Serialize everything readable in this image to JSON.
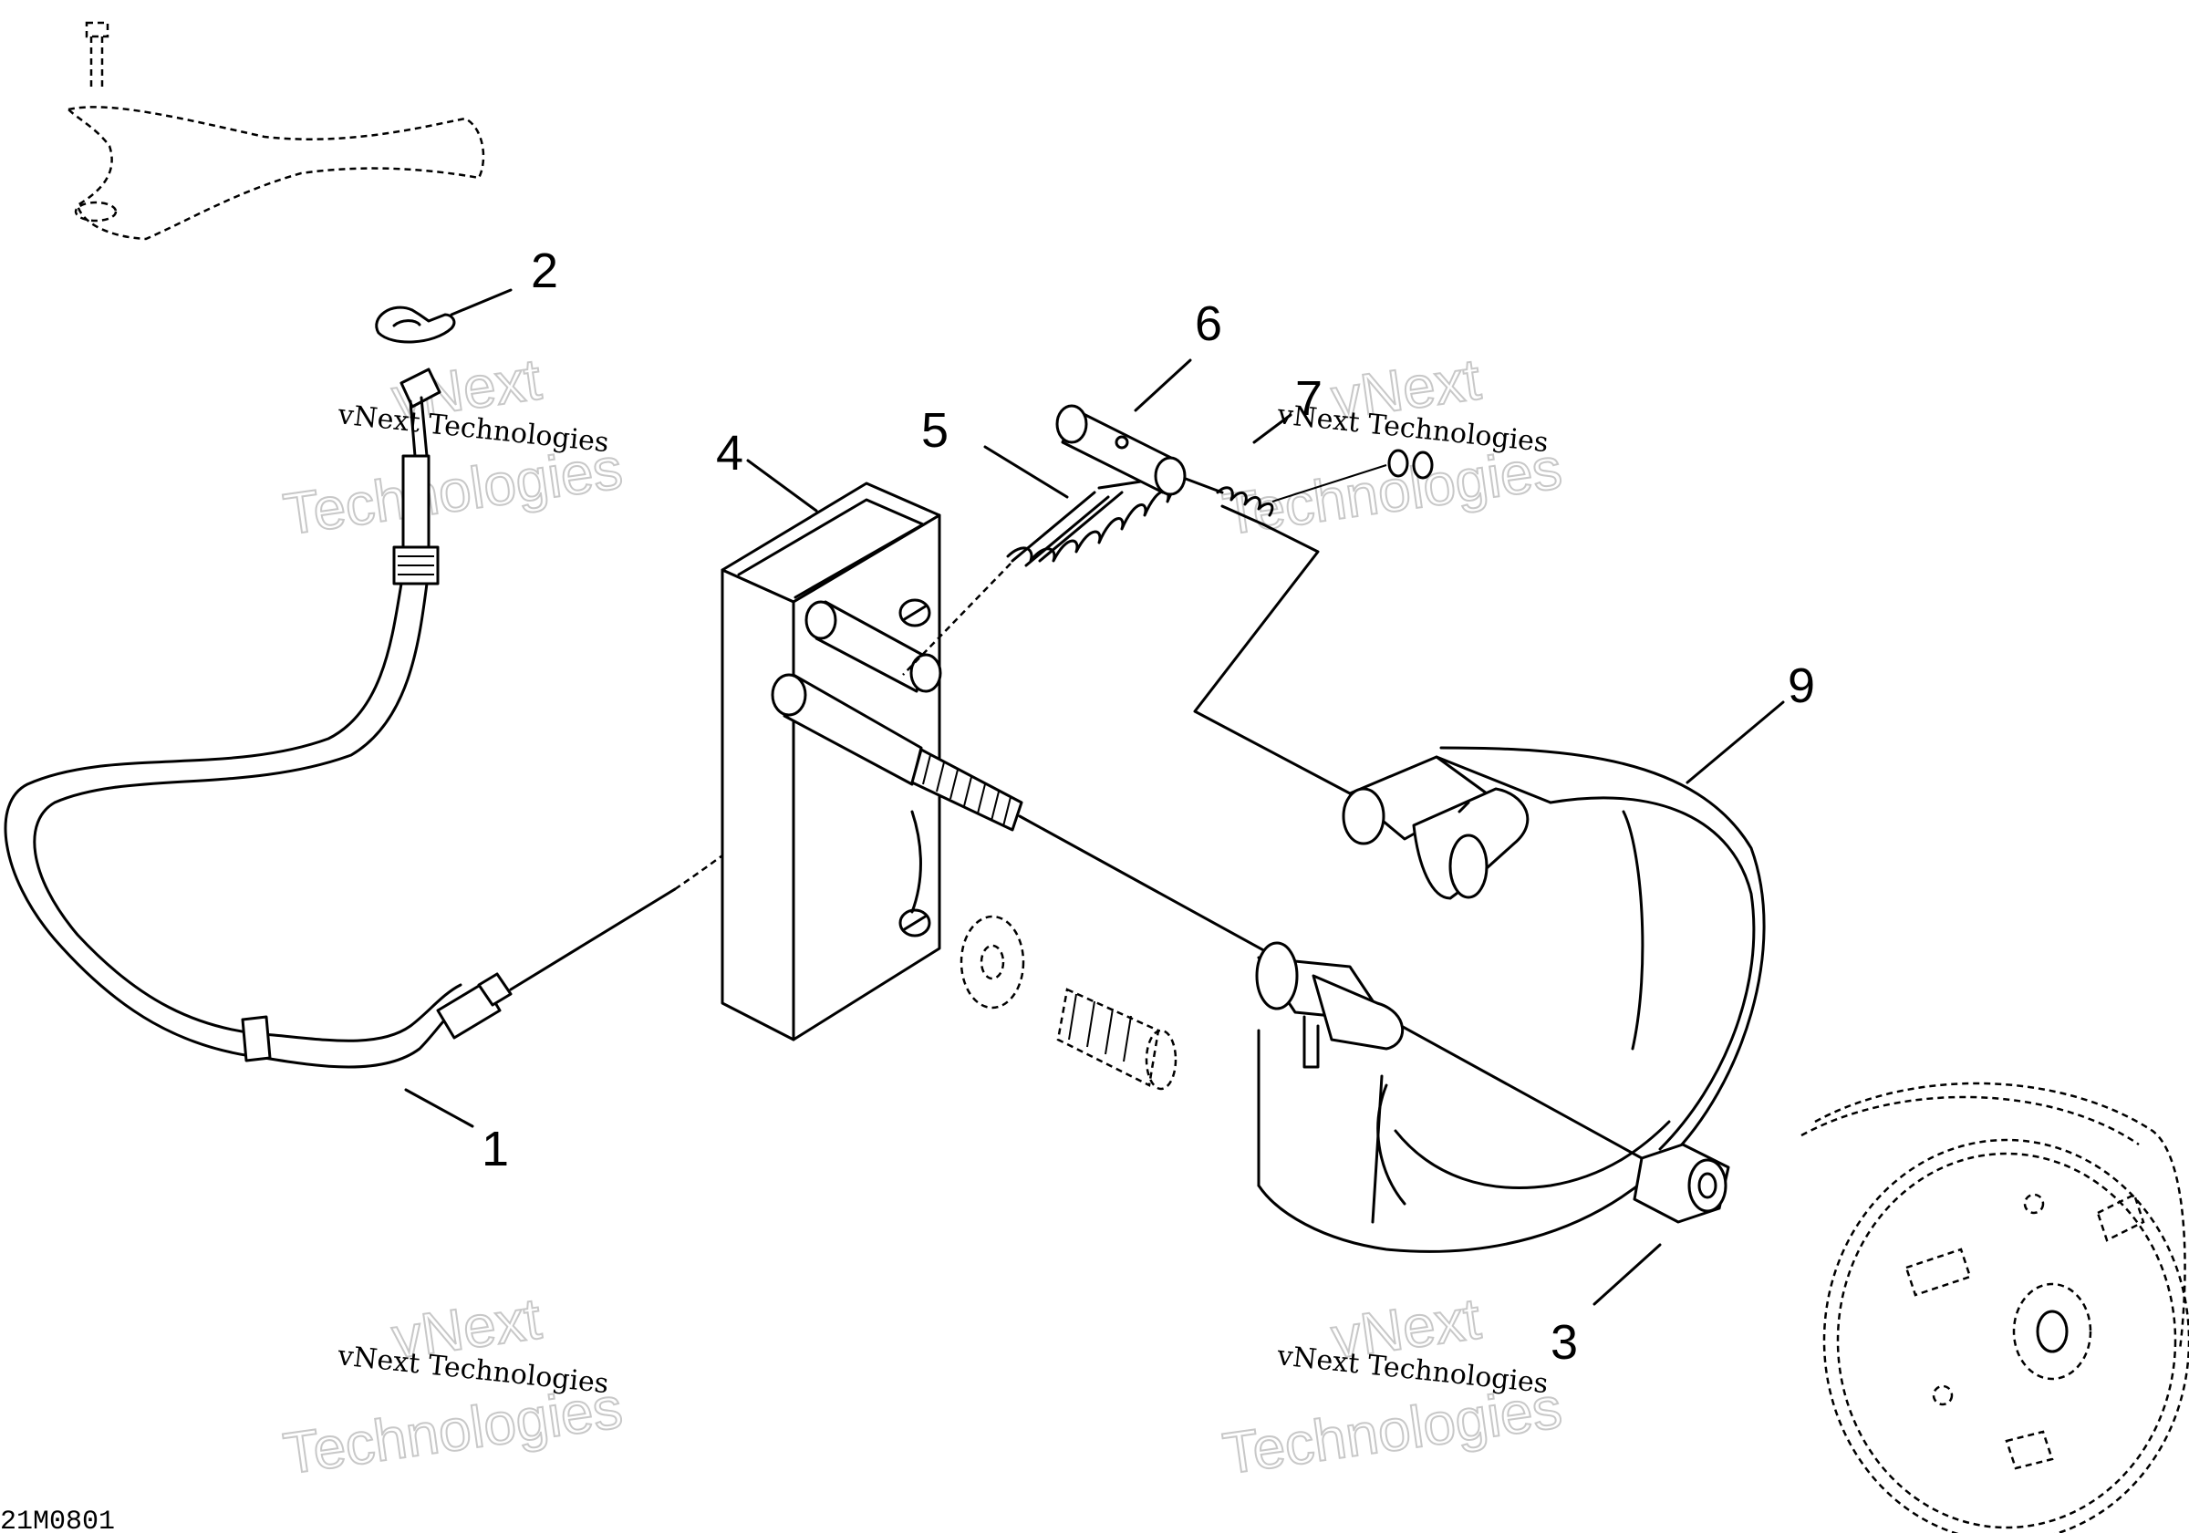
{
  "diagram": {
    "callouts": [
      {
        "id": "1",
        "label": "1"
      },
      {
        "id": "2",
        "label": "2"
      },
      {
        "id": "3",
        "label": "3"
      },
      {
        "id": "4",
        "label": "4"
      },
      {
        "id": "5",
        "label": "5"
      },
      {
        "id": "6",
        "label": "6"
      },
      {
        "id": "7",
        "label": "7"
      },
      {
        "id": "9",
        "label": "9"
      }
    ],
    "figure_code": "21M0801",
    "watermark": {
      "line1": "vNext Technologies",
      "line2a": "vNext",
      "line2b": "Technologies"
    }
  }
}
